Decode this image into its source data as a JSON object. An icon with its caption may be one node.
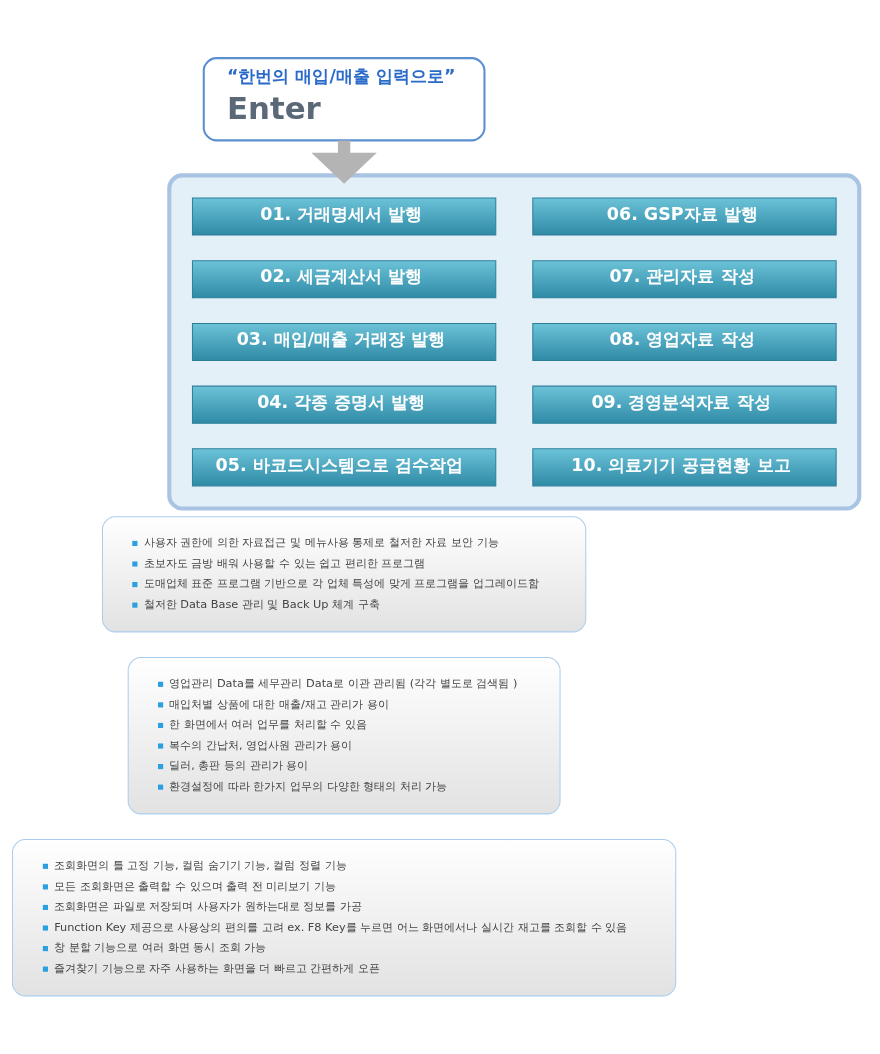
{
  "diagram": {
    "nodes": [
      {
        "text": [
          "“한번의 매입/매출 입력으로”",
          "Enter"
        ]
      },
      {
        "text": [],
        "shape": "box"
      },
      {
        "text": [
          "01. 거래명세서 발행"
        ],
        "in": 1
      },
      {
        "text": [
          "06. GSP자료 발행"
        ],
        "in": 1
      },
      {
        "text": [
          "02. 세금계산서 발행"
        ],
        "in": 1
      },
      {
        "text": [
          "07. 관리자료 작성"
        ],
        "in": 1
      },
      {
        "text": [
          "03. 매입/매출 거래장 발행"
        ],
        "in": 1
      },
      {
        "text": [
          "08. 영업자료 작성"
        ],
        "in": 1
      },
      {
        "text": [
          "04. 각종 증명서 발행"
        ],
        "in": 1
      },
      {
        "text": [
          "09. 경영분석자료 작성"
        ],
        "in": 1
      },
      {
        "text": [
          "05. 바코드시스템으로 검수작업"
        ],
        "in": 1
      },
      {
        "text": [
          "10. 의료기기 공급현황 보고"
        ],
        "in": 1
      },
      {
        "text": [
          "사용자 권한에 의한 자료접근 및 메뉴사용 통제로 철저한 자료 보안 기능",
          "초보자도 금방 배워 사용할 수 있는 쉽고 편리한 프로그램",
          "도매업체 표준 프로그램 기반으로 각 업체 특성에 맞게 프로그램을 업그레이드함",
          "철저한 Data Base 관리 및 Back Up 체계 구축"
        ]
      },
      {
        "text": [
          "영업관리 Data를 세무관리 Data로 이관 관리됨 (각각 별도로 검색됨 )",
          "매입처별 상품에 대한 매출/재고 관리가 용이",
          "한 화면에서 여러 업무를 처리할 수 있음",
          "복수의 간납처, 영업사원 관리가 용이",
          "딜러, 총판 등의 관리가 용이",
          "환경설정에 따라 한가지 업무의 다양한 형태의 처리 가능"
        ]
      },
      {
        "text": [
          "조회화면의 틀 고정 기능, 컬럼 숨기기 기능, 컬럼 정렬 기능",
          "모든 조회화면은 출력할 수 있으며 출력 전 미리보기 기능",
          "조회화면은 파일로 저장되며 사용자가 원하는대로 정보를 가공",
          "Function Key 제공으로 사용상의 편의를 고려 ex. F8 Key를 누르면 어느 화면에서나 실시간 재고를 조회할 수 있음",
          "창 분할 기능으로 여러 화면 동시 조회 가능",
          "즐겨찾기 기능으로 자주 사용하는 화면을 더 빠르고 간편하게 오픈"
        ]
      }
    ],
    "edges": [
      {
        "from": 0,
        "to": 1,
        "arrow": "to"
      }
    ]
  }
}
